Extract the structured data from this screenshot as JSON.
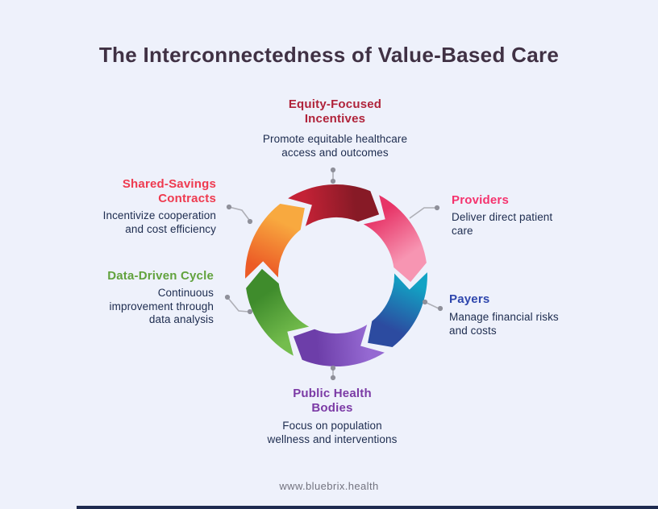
{
  "title": "The Interconnectedness of Value-Based Care",
  "footer": {
    "url_text": "www.bluebrix.health"
  },
  "palette": {
    "background": "#eef1fb",
    "title_text": "#403144",
    "body_text": "#1d2c4f",
    "connector_line": "#aeafb6",
    "connector_dot": "#8f909a",
    "bottom_bar": "#1e2b50"
  },
  "nodes": [
    {
      "id": "equity-focused-incentives",
      "label": "Equity-Focused Incentives",
      "desc": "Promote equitable healthcare access and outcomes",
      "label_color": "#b0233a",
      "gradient": [
        "#c42236",
        "#871a26"
      ]
    },
    {
      "id": "providers",
      "label": "Providers",
      "desc": "Deliver direct patient care",
      "label_color": "#f5336e",
      "gradient": [
        "#e73467",
        "#f795b2"
      ]
    },
    {
      "id": "payers",
      "label": "Payers",
      "desc": "Manage financial risks and costs",
      "label_color": "#2e46ad",
      "gradient": [
        "#12a3c4",
        "#2c4ba0"
      ]
    },
    {
      "id": "public-health-bodies",
      "label": "Public Health Bodies",
      "desc": "Focus on population wellness and interventions",
      "label_color": "#7b3aa5",
      "gradient": [
        "#9569d2",
        "#6d3ea9"
      ]
    },
    {
      "id": "data-driven-cycle",
      "label": "Data-Driven Cycle",
      "desc": "Continuous improvement through data analysis",
      "label_color": "#61a23d",
      "gradient": [
        "#74bd4d",
        "#3f8c2c"
      ]
    },
    {
      "id": "shared-savings-contracts",
      "label": "Shared-Savings Contracts",
      "desc": "Incentivize cooperation and cost efficiency",
      "label_color": "#ee3a4f",
      "gradient": [
        "#ec5b26",
        "#f8a93f"
      ]
    }
  ]
}
